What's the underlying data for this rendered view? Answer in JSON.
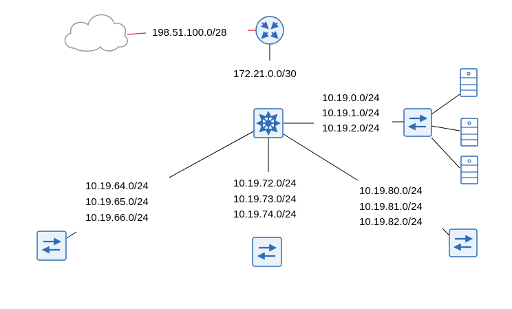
{
  "diagram": {
    "cloud_link_label": "198.51.100.0/28",
    "uplink_label": "172.21.0.0/30",
    "right_switch_subnets": [
      "10.19.0.0/24",
      "10.19.1.0/24",
      "10.19.2.0/24"
    ],
    "left_switch_subnets": [
      "10.19.64.0/24",
      "10.19.65.0/24",
      "10.19.66.0/24"
    ],
    "middle_switch_subnets": [
      "10.19.72.0/24",
      "10.19.73.0/24",
      "10.19.74.0/24"
    ],
    "lower_right_switch_subnets": [
      "10.19.80.0/24",
      "10.19.81.0/24",
      "10.19.82.0/24"
    ]
  },
  "colors": {
    "device_blue": "#2f6db5",
    "device_fill": "#e9f1fa",
    "wan_link": "#e0202a",
    "link": "#000000",
    "cloud_stroke": "#9a9a9a"
  },
  "icons": [
    "cloud-icon",
    "router-icon",
    "layer3-switch-icon",
    "switch-icon",
    "server-icon"
  ]
}
